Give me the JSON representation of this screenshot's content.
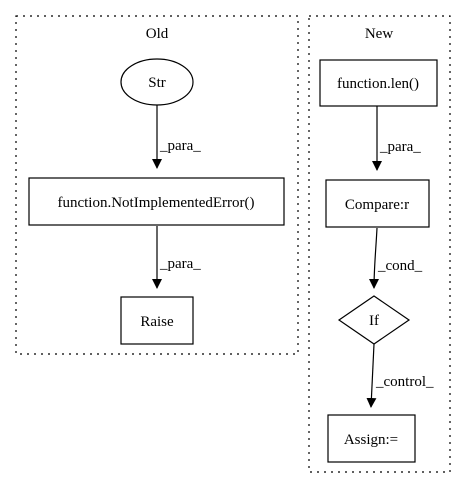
{
  "clusters": {
    "old": {
      "label": "Old"
    },
    "new": {
      "label": "New"
    }
  },
  "nodes": {
    "str": {
      "label": "Str",
      "shape": "ellipse"
    },
    "not_implemented": {
      "label": "function.NotImplementedError()",
      "shape": "box"
    },
    "raise": {
      "label": "Raise",
      "shape": "box"
    },
    "len": {
      "label": "function.len()",
      "shape": "box"
    },
    "compare": {
      "label": "Compare:r",
      "shape": "box"
    },
    "if_node": {
      "label": "If",
      "shape": "diamond"
    },
    "assign": {
      "label": "Assign:=",
      "shape": "box"
    }
  },
  "edges": {
    "str_to_nie": {
      "from": "Str",
      "to": "function.NotImplementedError()",
      "label": "_para_"
    },
    "nie_to_raise": {
      "from": "function.NotImplementedError()",
      "to": "Raise",
      "label": "_para_"
    },
    "len_to_compare": {
      "from": "function.len()",
      "to": "Compare:r",
      "label": "_para_"
    },
    "compare_to_if": {
      "from": "Compare:r",
      "to": "If",
      "label": "_cond_"
    },
    "if_to_assign": {
      "from": "If",
      "to": "Assign:=",
      "label": "_control_"
    }
  },
  "colors": {
    "stroke": "#000000",
    "background": "#ffffff"
  }
}
